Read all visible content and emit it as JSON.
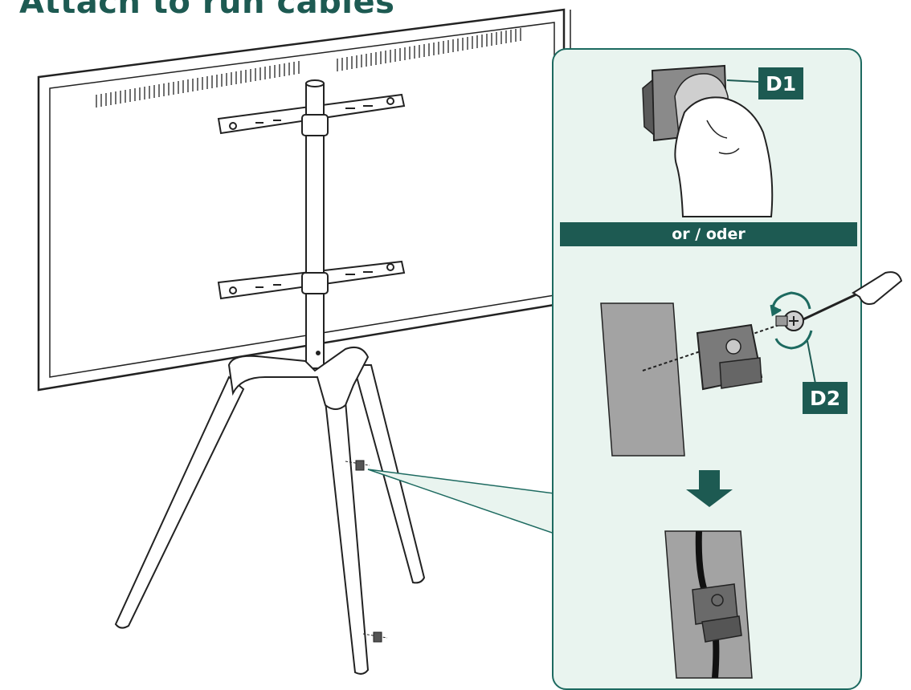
{
  "page": {
    "title": "Attach to run cables"
  },
  "steps": {
    "option_adhesive_label": "D1",
    "divider_text": "or / oder",
    "option_screw_label": "D2"
  },
  "colors": {
    "accent": "#1d5a52",
    "panel_background": "#e9f4ef",
    "panel_border": "#1d6a60",
    "leg_gray": "#9a9a9a"
  },
  "icons": {
    "hand": "hand-peeling-tape-icon",
    "screwdriver": "screwdriver-icon",
    "rotate": "rotate-arrow-icon",
    "arrow": "arrow-down-icon",
    "clip": "cable-clip-icon"
  }
}
